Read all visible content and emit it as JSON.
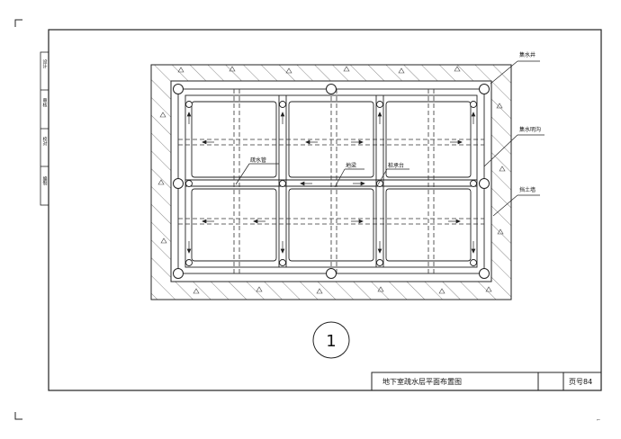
{
  "sheet": {
    "side_labels": [
      "设计",
      "审核",
      "校对",
      "编制"
    ],
    "title": "地下室疏水层平面布置图",
    "page_label": "页号84",
    "detail_number": "1",
    "corner_mark": "⌐"
  },
  "plan": {
    "labels": {
      "sump": "集水井",
      "open_ditch": "集水明沟",
      "retaining_wall": "挡土墙",
      "drain_pipe": "疏水管",
      "ditch": "地梁",
      "pile_cap": "桩承台"
    }
  },
  "colors": {
    "line": "#222222",
    "hatch": "#555555",
    "dash": "#333333"
  }
}
